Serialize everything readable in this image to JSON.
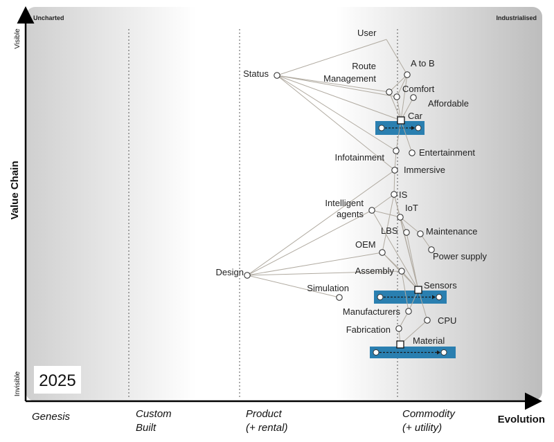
{
  "corners": {
    "left": "Uncharted",
    "right": "Industrialised"
  },
  "y_axis": {
    "title": "Value Chain",
    "top": "Visible",
    "bottom": "Invisible"
  },
  "x_axis": {
    "title": "Evolution"
  },
  "stages": [
    {
      "line1": "Genesis",
      "line2": ""
    },
    {
      "line1": "Custom",
      "line2": "Built"
    },
    {
      "line1": "Product",
      "line2": "(+ rental)"
    },
    {
      "line1": "Commodity",
      "line2": "(+ utility)"
    }
  ],
  "year": "2025",
  "components": [
    {
      "id": "user",
      "label": "User",
      "shape": "none"
    },
    {
      "id": "status",
      "label": "Status",
      "shape": "circle"
    },
    {
      "id": "atob",
      "label": "A to B",
      "shape": "circle"
    },
    {
      "id": "route",
      "label": "Route\nManagement",
      "shape": "circle"
    },
    {
      "id": "comfort",
      "label": "Comfort",
      "shape": "circle"
    },
    {
      "id": "affordable",
      "label": "Affordable",
      "shape": "circle"
    },
    {
      "id": "car",
      "label": "Car",
      "shape": "square"
    },
    {
      "id": "infotainment",
      "label": "Infotainment",
      "shape": "circle"
    },
    {
      "id": "entertainment",
      "label": "Entertainment",
      "shape": "circle"
    },
    {
      "id": "immersive",
      "label": "Immersive",
      "shape": "circle"
    },
    {
      "id": "is",
      "label": "IS",
      "shape": "circle"
    },
    {
      "id": "agents",
      "label": "Intelligent\nagents",
      "shape": "circle"
    },
    {
      "id": "iot",
      "label": "IoT",
      "shape": "circle"
    },
    {
      "id": "lbs",
      "label": "LBS",
      "shape": "circle"
    },
    {
      "id": "maintenance",
      "label": "Maintenance",
      "shape": "circle"
    },
    {
      "id": "power",
      "label": "Power supply",
      "shape": "circle"
    },
    {
      "id": "oem",
      "label": "OEM",
      "shape": "circle"
    },
    {
      "id": "design",
      "label": "Design",
      "shape": "circle"
    },
    {
      "id": "assembly",
      "label": "Assembly",
      "shape": "circle"
    },
    {
      "id": "simulation",
      "label": "Simulation",
      "shape": "circle"
    },
    {
      "id": "sensors",
      "label": "Sensors",
      "shape": "square"
    },
    {
      "id": "manufacturers",
      "label": "Manufacturers",
      "shape": "circle"
    },
    {
      "id": "cpu",
      "label": "CPU",
      "shape": "circle"
    },
    {
      "id": "fabrication",
      "label": "Fabrication",
      "shape": "circle"
    },
    {
      "id": "material",
      "label": "Material",
      "shape": "square"
    }
  ],
  "links": [
    [
      "user",
      "status"
    ],
    [
      "user",
      "atob"
    ],
    [
      "status",
      "route"
    ],
    [
      "status",
      "comfort"
    ],
    [
      "status",
      "car"
    ],
    [
      "status",
      "infotainment"
    ],
    [
      "status",
      "immersive"
    ],
    [
      "atob",
      "route"
    ],
    [
      "atob",
      "comfort"
    ],
    [
      "atob",
      "car"
    ],
    [
      "route",
      "car"
    ],
    [
      "comfort",
      "car"
    ],
    [
      "affordable",
      "car"
    ],
    [
      "car",
      "infotainment"
    ],
    [
      "car",
      "entertainment"
    ],
    [
      "infotainment",
      "immersive"
    ],
    [
      "immersive",
      "is"
    ],
    [
      "immersive",
      "design"
    ],
    [
      "is",
      "agents"
    ],
    [
      "is",
      "iot"
    ],
    [
      "is",
      "oem"
    ],
    [
      "is",
      "sensors"
    ],
    [
      "agents",
      "iot"
    ],
    [
      "agents",
      "design"
    ],
    [
      "agents",
      "sensors"
    ],
    [
      "iot",
      "lbs"
    ],
    [
      "iot",
      "maintenance"
    ],
    [
      "iot",
      "sensors"
    ],
    [
      "lbs",
      "sensors"
    ],
    [
      "maintenance",
      "power"
    ],
    [
      "oem",
      "design"
    ],
    [
      "oem",
      "sensors"
    ],
    [
      "oem",
      "assembly"
    ],
    [
      "design",
      "simulation"
    ],
    [
      "design",
      "assembly"
    ],
    [
      "assembly",
      "sensors"
    ],
    [
      "assembly",
      "manufacturers"
    ],
    [
      "sensors",
      "manufacturers"
    ],
    [
      "sensors",
      "cpu"
    ],
    [
      "manufacturers",
      "fabrication"
    ],
    [
      "fabrication",
      "material"
    ],
    [
      "cpu",
      "material"
    ]
  ],
  "evolution_bars": [
    {
      "name": "car"
    },
    {
      "name": "sensors"
    },
    {
      "name": "material"
    }
  ],
  "colors": {
    "bar": "#2a7fb0",
    "link": "#b0aaa0",
    "node": "#ffffff"
  }
}
